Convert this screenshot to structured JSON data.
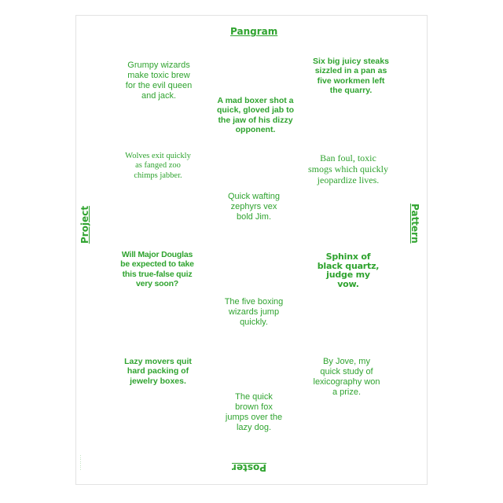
{
  "headings": {
    "top": "Pangram",
    "left": "Project",
    "right": "Pattern",
    "bottom": "Poster"
  },
  "pangrams": [
    "Grumpy wizards\nmake toxic brew\nfor the evil queen\nand jack.",
    "Six big juicy steaks\nsizzled in a pan as\nfive workmen left\nthe quarry.",
    "A mad boxer shot a\nquick, gloved jab to\nthe jaw of his dizzy\nopponent.",
    "Wolves exit quickly\nas fanged zoo\nchimps jabber.",
    "Ban foul, toxic\nsmogs which quickly\njeopardize lives.",
    "Quick wafting\nzephyrs vex\nbold Jim.",
    "Will Major Douglas\nbe expected to take\nthis true-false quiz\nvery soon?",
    "Sphinx of\nblack quartz,\njudge my\nvow.",
    "The five boxing\nwizards jump\nquickly.",
    "Lazy movers quit\nhard packing of\njewelry boxes.",
    "By Jove, my\nquick study of\nlexicography won\na prize.",
    "The quick\nbrown fox\njumps over the\nlazy dog."
  ],
  "colors": {
    "accent": "#2fa32f",
    "background": "#ffffff"
  }
}
